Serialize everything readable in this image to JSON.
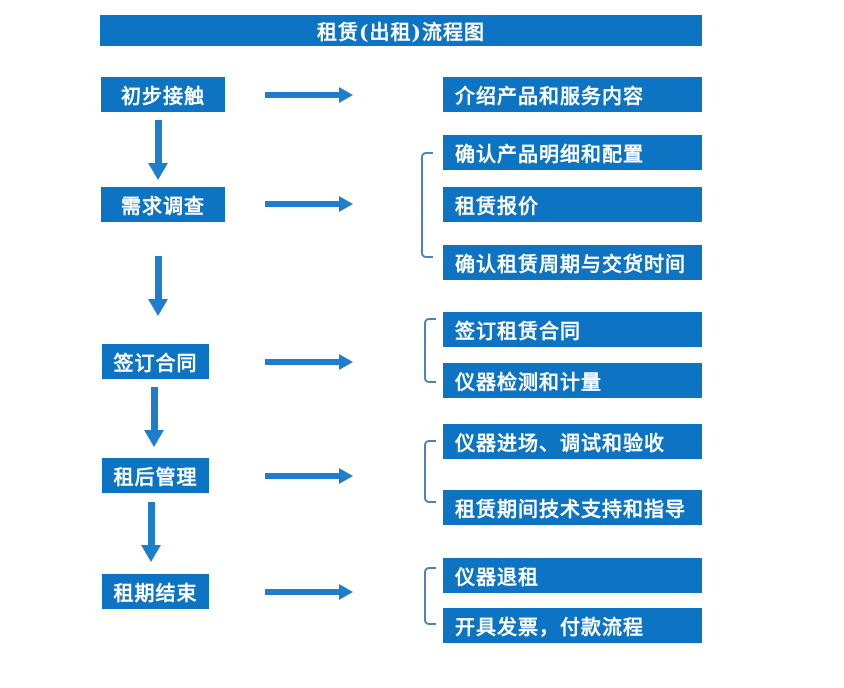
{
  "title": "租赁(出租)流程图",
  "colors": {
    "primary_blue": "#0d74c4",
    "arrow_blue": "#1e7ecb",
    "bracket_blue": "#4a82bd",
    "text_white": "#ffffff",
    "page_bg": "#ffffff"
  },
  "steps": [
    {
      "label": "初步接触",
      "outputs": [
        "介绍产品和服务内容"
      ]
    },
    {
      "label": "需求调查",
      "outputs": [
        "确认产品明细和配置",
        "租赁报价",
        "确认租赁周期与交货时间"
      ]
    },
    {
      "label": "签订合同",
      "outputs": [
        "签订租赁合同",
        "仪器检测和计量"
      ]
    },
    {
      "label": "租后管理",
      "outputs": [
        "仪器进场、调试和验收",
        "租赁期间技术支持和指导"
      ]
    },
    {
      "label": "租期结束",
      "outputs": [
        "仪器退租",
        "开具发票，付款流程"
      ]
    }
  ]
}
